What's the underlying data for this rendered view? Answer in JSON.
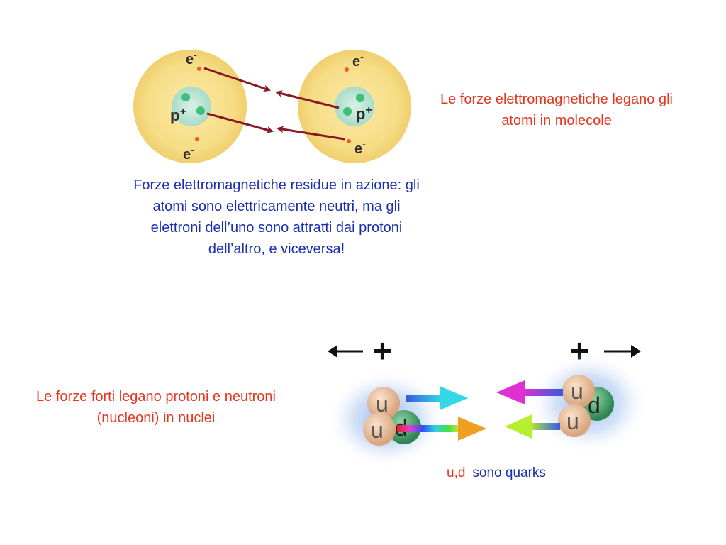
{
  "atoms_diagram": {
    "electron_label": "e",
    "electron_sup": "-",
    "proton_label": "p",
    "proton_sup": "+",
    "colors": {
      "atom": "#f6dd86",
      "nucleus": "#bfe6d8",
      "proton_dot": "#3cc07a",
      "electron_dot": "#ee5a2a",
      "arrow": "#8a1727"
    }
  },
  "em_caption": "Forze elettromagnetiche residue in azione: gli atomi sono elettricamente neutri, ma gli elettroni dell’uno sono attratti dai protoni dell’altro, e viceversa!",
  "em_note": "Le forze elettromagnetiche legano gli atomi in molecole",
  "nucleons_diagram": {
    "up_label": "u",
    "down_label": "d",
    "plus_sign": "+",
    "colors": {
      "up": "#e5b792",
      "down": "#3f9a63",
      "glow": "#9ec0ee"
    }
  },
  "strong_note": "Le forze forti legano protoni e neutroni  (nucleoni) in nuclei",
  "quarks_note": {
    "prefix": "u,d",
    "suffix": "sono quarks"
  }
}
